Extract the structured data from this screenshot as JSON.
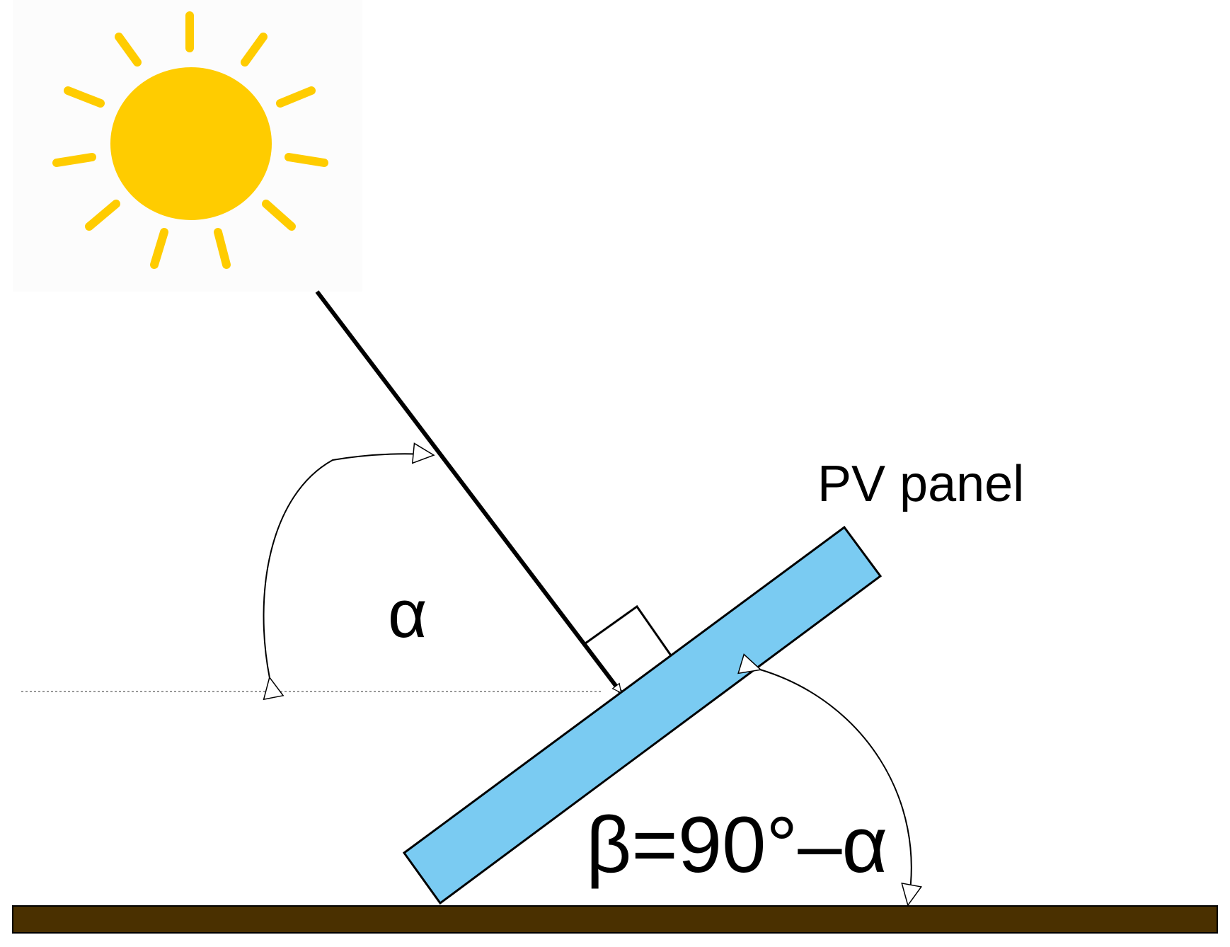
{
  "labels": {
    "panel": "PV panel",
    "elevation_angle": "α",
    "tilt_formula": "β=90°–α"
  },
  "colors": {
    "sun": "#FFCC00",
    "sun_backdrop": "#FCFCFC",
    "panel_fill": "#7ACBF2",
    "ground": "#4A3000",
    "ray": "#000000",
    "horizon": "#999999"
  },
  "icons": {
    "sun": "sun-icon"
  }
}
